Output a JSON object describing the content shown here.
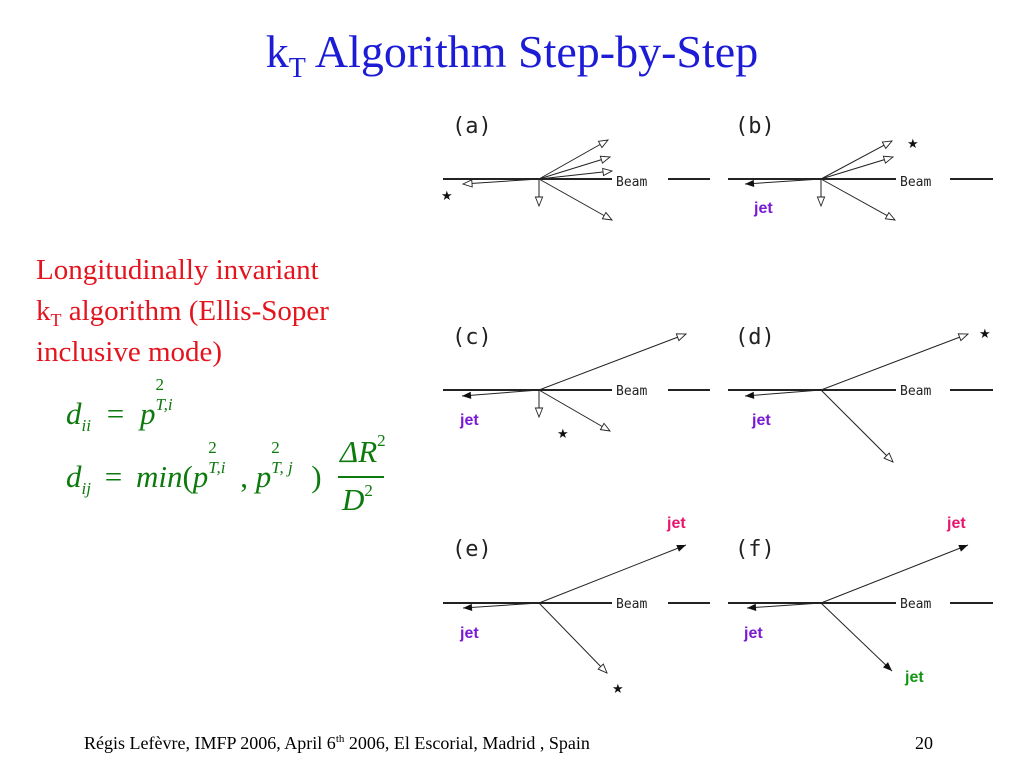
{
  "title": {
    "main": "k",
    "sub": "T",
    "rest": " Algorithm Step-by-Step"
  },
  "description": {
    "line1": "Longitudinally invariant",
    "line2_prefix": "k",
    "line2_sub": "T",
    "line2_rest": " algorithm (Ellis-Soper",
    "line3": "inclusive mode)"
  },
  "formulas": {
    "dii": {
      "lhs": "d",
      "lhs_sub": "ii",
      "eq": "=",
      "rhs": "p",
      "rhs_sup": "2",
      "rhs_sub": "T,i"
    },
    "dij": {
      "lhs": "d",
      "lhs_sub": "ij",
      "eq": "=",
      "func": "min",
      "open": "(",
      "p1": "p",
      "p1_sup": "2",
      "p1_sub": "T,i",
      "comma": ",",
      "p2": "p",
      "p2_sup": "2",
      "p2_sub": "T, j",
      "close": ")",
      "num": "ΔR",
      "num_sup": "2",
      "den": "D",
      "den_sup": "2"
    }
  },
  "panels": [
    {
      "label": "(a)",
      "beam": "Beam"
    },
    {
      "label": "(b)",
      "beam": "Beam"
    },
    {
      "label": "(c)",
      "beam": "Beam"
    },
    {
      "label": "(d)",
      "beam": "Beam"
    },
    {
      "label": "(e)",
      "beam": "Beam"
    },
    {
      "label": "(f)",
      "beam": "Beam"
    }
  ],
  "jet_label": "jet",
  "star_symbol": "★",
  "colors": {
    "title": "#1c1cd6",
    "description": "#e4141e",
    "formula": "#0c7a0c",
    "jet_purple": "#7a1ad6",
    "jet_pink": "#e8146e",
    "jet_green": "#149614"
  },
  "footer": {
    "prefix": "Régis Lefèvre, IMFP 2006, April 6",
    "sup": "th",
    "suffix": " 2006, El Escorial, Madrid , Spain",
    "page": "20"
  }
}
